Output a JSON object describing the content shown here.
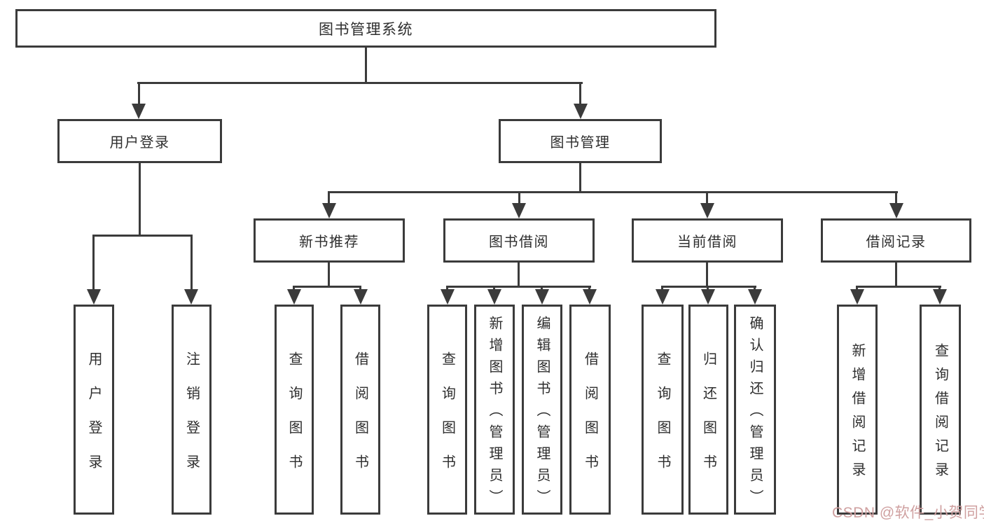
{
  "colors": {
    "line": "#3b3b3b",
    "box_border": "#3b3b3b",
    "text": "#2e2e2e",
    "background": "#ffffff",
    "watermark": "#cfa0a0"
  },
  "diagram": {
    "root": "图书管理系统",
    "level2": [
      "用户登录",
      "图书管理"
    ],
    "level3": [
      "新书推荐",
      "图书借阅",
      "当前借阅",
      "借阅记录"
    ],
    "leaves_user_login": [
      "用户登录",
      "注销登录"
    ],
    "leaves_new_book": [
      "查询图书",
      "借阅图书"
    ],
    "leaves_book_borrow": [
      "查询图书",
      "新增图书（管理员）",
      "编辑图书（管理员）",
      "借阅图书"
    ],
    "leaves_current_borrow": [
      "查询图书",
      "归还图书",
      "确认归还（管理员）"
    ],
    "leaves_borrow_record": [
      "新增借阅记录",
      "查询借阅记录"
    ]
  },
  "watermark": "CSDN @软件_小贺同学"
}
